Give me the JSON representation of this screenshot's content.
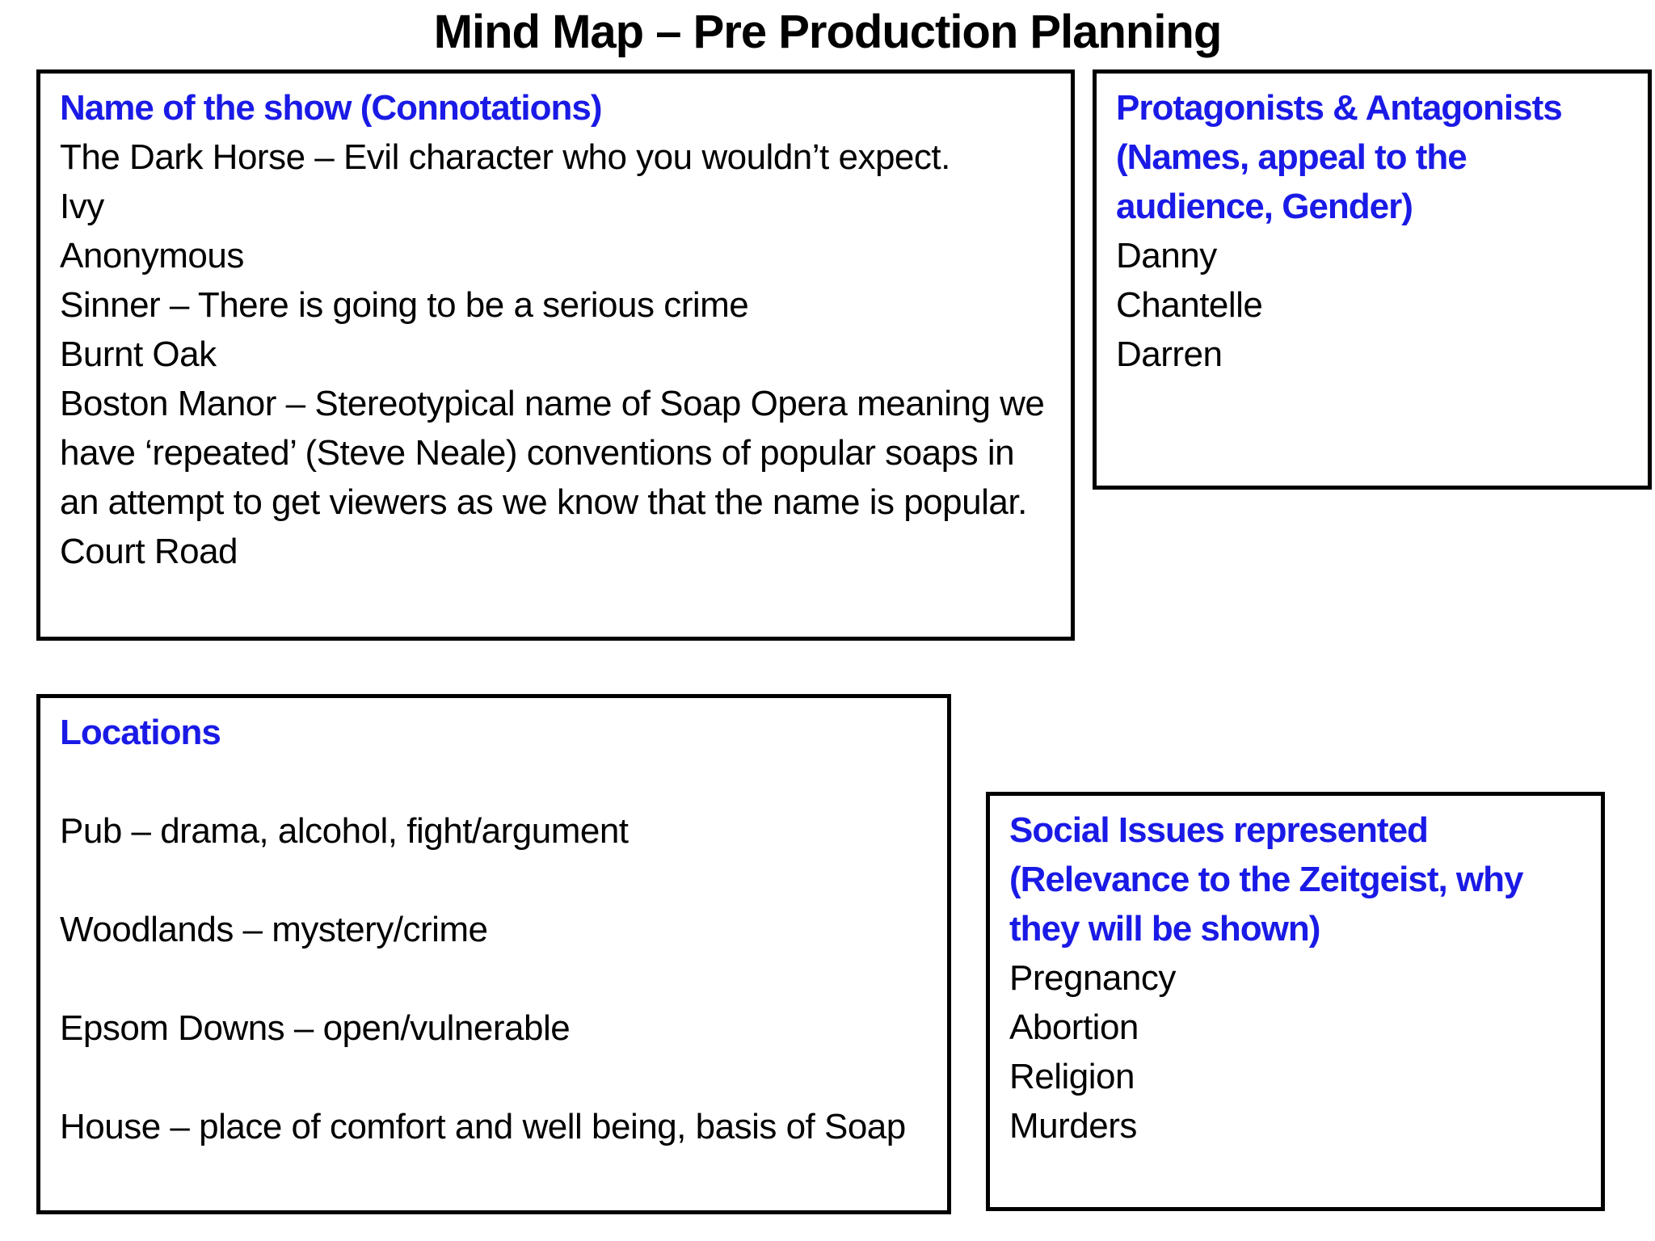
{
  "title": "Mind Map – Pre Production Planning",
  "colors": {
    "heading_blue": "#1a1ae6",
    "body_text": "#000000",
    "box_border": "#000000",
    "background": "#ffffff"
  },
  "boxes": {
    "name_of_show": {
      "heading": "Name of the show (Connotations)",
      "lines": [
        "The Dark Horse – Evil character who you wouldn’t expect.",
        "Ivy",
        "Anonymous",
        "Sinner – There is going to be a serious crime",
        "Burnt Oak",
        "Boston Manor – Stereotypical name of Soap Opera meaning we have ‘repeated’ (Steve Neale) conventions of popular soaps in an attempt to get viewers as we know that the name is popular.",
        "Court Road"
      ]
    },
    "protagonists": {
      "heading": "Protagonists & Antagonists (Names, appeal to the audience, Gender)",
      "lines": [
        "Danny",
        "Chantelle",
        "Darren"
      ]
    },
    "locations": {
      "heading": "Locations",
      "lines": [
        "Pub – drama, alcohol, fight/argument",
        "Woodlands – mystery/crime",
        "Epsom Downs – open/vulnerable",
        "House – place of comfort and well being, basis of Soap"
      ]
    },
    "social_issues": {
      "heading": "Social Issues represented (Relevance to the Zeitgeist, why they will be shown)",
      "lines": [
        "Pregnancy",
        "Abortion",
        "Religion",
        "Murders"
      ]
    }
  }
}
